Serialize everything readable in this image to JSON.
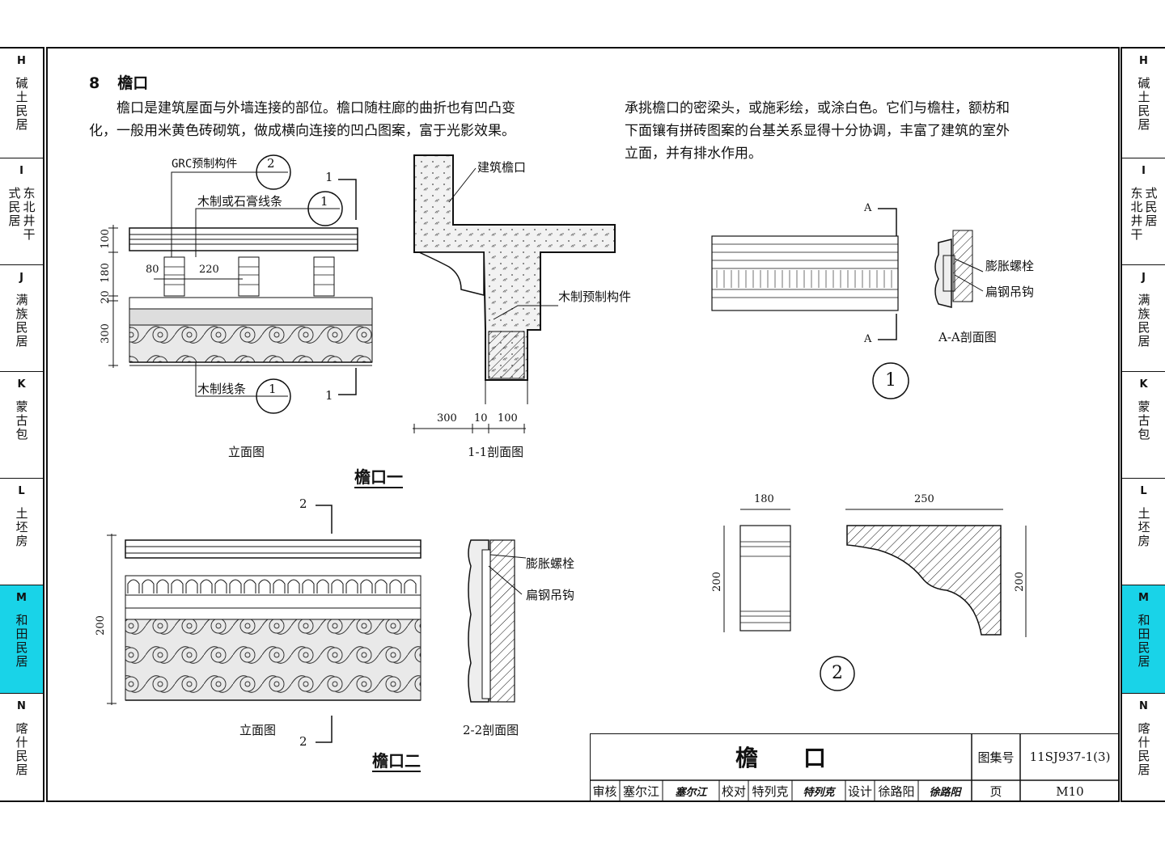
{
  "side_tabs_left": [
    {
      "code": "H",
      "lines": [
        "碱土民居"
      ]
    },
    {
      "code": "I",
      "lines": [
        "东北井干",
        "式民居"
      ]
    },
    {
      "code": "J",
      "lines": [
        "满族民居"
      ]
    },
    {
      "code": "K",
      "lines": [
        "蒙古包"
      ]
    },
    {
      "code": "L",
      "lines": [
        "土坯房"
      ]
    },
    {
      "code": "M",
      "lines": [
        "和田民居"
      ],
      "active": true
    },
    {
      "code": "N",
      "lines": [
        "喀什民居"
      ]
    }
  ],
  "side_tabs_right": [
    {
      "code": "H",
      "lines": [
        "碱土民居"
      ]
    },
    {
      "code": "I",
      "lines": [
        "东北井干",
        "式民居"
      ]
    },
    {
      "code": "J",
      "lines": [
        "满族民居"
      ]
    },
    {
      "code": "K",
      "lines": [
        "蒙古包"
      ]
    },
    {
      "code": "L",
      "lines": [
        "土坯房"
      ]
    },
    {
      "code": "M",
      "lines": [
        "和田民居"
      ],
      "active": true
    },
    {
      "code": "N",
      "lines": [
        "喀什民居"
      ]
    }
  ],
  "section": {
    "number": "8",
    "title": "檐口"
  },
  "paragraphs": {
    "left_line1": "　　檐口是建筑屋面与外墙连接的部位。檐口随柱廊的曲折也有凹凸变",
    "left_line2": "化，一般用米黄色砖砌筑，做成横向连接的凹凸图案，富于光影效果。",
    "right_line1": "承挑檐口的密梁头，或施彩绘，或涂白色。它们与檐柱，额枋和",
    "right_line2": "下面镶有拼砖图案的台基关系显得十分协调，丰富了建筑的室外",
    "right_line3": "立面，并有排水作用。"
  },
  "eave1": {
    "title": "檐口一",
    "elevation_caption": "立面图",
    "section_caption": "1-1剖面图",
    "labels": {
      "grc": "GRC预制构件",
      "wood_or_plaster": "木制或石膏线条",
      "wood_line": "木制线条",
      "building_eave": "建筑檐口",
      "wood_prefab": "木制预制构件"
    },
    "circle_refs": {
      "grc": "2",
      "wood_plaster": "1",
      "wood_line": "1"
    },
    "section_marks": {
      "top": "1",
      "bottom": "1"
    },
    "dims": {
      "d100": "100",
      "d180": "180",
      "d20": "20",
      "d300": "300",
      "d80": "80",
      "d220": "220",
      "s300": "300",
      "s10": "10",
      "s100": "100"
    }
  },
  "detail1": {
    "marker": "1",
    "cut_a_top": "A",
    "cut_a_bottom": "A",
    "section_caption": "A-A剖面图",
    "labels": {
      "bolt": "膨胀螺栓",
      "hook": "扁钢吊钩"
    }
  },
  "eave2": {
    "title": "檐口二",
    "elevation_caption": "立面图",
    "section_caption": "2-2剖面图",
    "section_marks": {
      "top": "2",
      "bottom": "2"
    },
    "dims": {
      "h": "200"
    },
    "labels": {
      "bolt": "膨胀螺栓",
      "hook": "扁钢吊钩"
    }
  },
  "detail2": {
    "marker": "2",
    "dims": {
      "w180": "180",
      "h200a": "200",
      "w250": "250",
      "h200b": "200"
    }
  },
  "title_block": {
    "drawing_title": "檐　　口",
    "atlas_label": "图集号",
    "atlas_no": "11SJ937-1(3)",
    "review_label": "审核",
    "reviewer": "塞尔江",
    "review_sig": "塞尔江",
    "check_label": "校对",
    "checker": "特列克",
    "check_sig": "特列克",
    "design_label": "设计",
    "designer": "徐路阳",
    "design_sig": "徐路阳",
    "page_label": "页",
    "page_no": "M10"
  },
  "colors": {
    "active_tab": "#19d3e8",
    "line": "#111111"
  }
}
